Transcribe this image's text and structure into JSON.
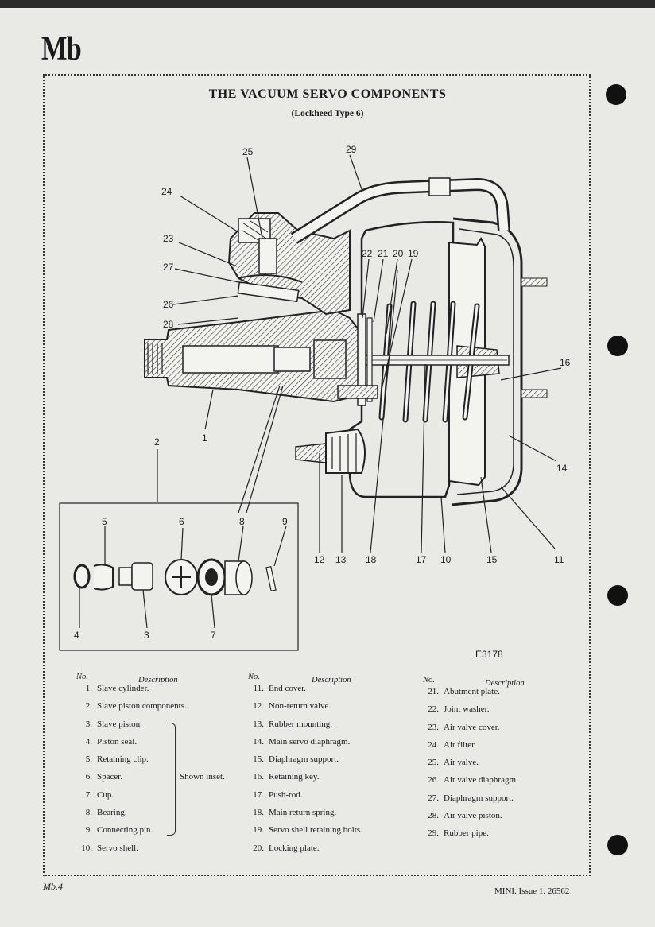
{
  "section_mark": "Mb",
  "title": "THE VACUUM SERVO COMPONENTS",
  "subtitle": "(Lockheed Type 6)",
  "figure_code": "E3178",
  "callouts": [
    "1",
    "2",
    "3",
    "4",
    "5",
    "6",
    "7",
    "8",
    "9",
    "10",
    "11",
    "12",
    "13",
    "14",
    "15",
    "16",
    "17",
    "18",
    "19",
    "20",
    "21",
    "22",
    "23",
    "24",
    "25",
    "26",
    "27",
    "28",
    "29"
  ],
  "legend_header": {
    "no": "No.",
    "description": "Description"
  },
  "legend": {
    "col1": [
      {
        "no": "1.",
        "text": "Slave cylinder."
      },
      {
        "no": "2.",
        "text": "Slave piston components."
      },
      {
        "no": "3.",
        "text": "Slave piston."
      },
      {
        "no": "4.",
        "text": "Piston seal."
      },
      {
        "no": "5.",
        "text": "Retaining clip."
      },
      {
        "no": "6.",
        "text": "Spacer."
      },
      {
        "no": "7.",
        "text": "Cup."
      },
      {
        "no": "8.",
        "text": "Bearing."
      },
      {
        "no": "9.",
        "text": "Connecting pin."
      },
      {
        "no": "10.",
        "text": "Servo shell."
      }
    ],
    "col2": [
      {
        "no": "11.",
        "text": "End cover."
      },
      {
        "no": "12.",
        "text": "Non-return valve."
      },
      {
        "no": "13.",
        "text": "Rubber mounting."
      },
      {
        "no": "14.",
        "text": "Main servo diaphragm."
      },
      {
        "no": "15.",
        "text": "Diaphragm support."
      },
      {
        "no": "16.",
        "text": "Retaining key."
      },
      {
        "no": "17.",
        "text": "Push-rod."
      },
      {
        "no": "18.",
        "text": "Main return spring."
      },
      {
        "no": "19.",
        "text": "Servo shell retaining bolts."
      },
      {
        "no": "20.",
        "text": "Locking plate."
      }
    ],
    "col3": [
      {
        "no": "21.",
        "text": "Abutment plate."
      },
      {
        "no": "22.",
        "text": "Joint washer."
      },
      {
        "no": "23.",
        "text": "Air valve cover."
      },
      {
        "no": "24.",
        "text": "Air filter."
      },
      {
        "no": "25.",
        "text": "Air valve."
      },
      {
        "no": "26.",
        "text": "Air valve diaphragm."
      },
      {
        "no": "27.",
        "text": "Diaphragm support."
      },
      {
        "no": "28.",
        "text": "Air valve piston."
      },
      {
        "no": "29.",
        "text": "Rubber pipe."
      }
    ]
  },
  "inset_note": "Shown inset.",
  "footer": {
    "left": "Mb.4",
    "right": "MINI.   Issue 1.   26562"
  }
}
